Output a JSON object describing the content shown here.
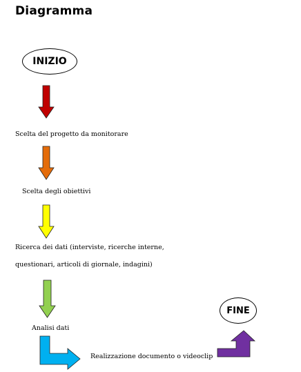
{
  "title": "Diagramma",
  "start_label": "INIZIO",
  "end_label": "FINE",
  "steps": [
    "Scelta del progetto da monitorare",
    "Scelta degli obiettivi",
    "Ricerca  dei dati (interviste, ricerche interne,",
    "questionari, articoli di giornale, indagini)",
    "Analisi dati",
    "Realizzazione documento o videoclip"
  ],
  "colors": {
    "arrow_1": "#c00000",
    "arrow_2": "#e46c0a",
    "arrow_3": "#ffff00",
    "arrow_4": "#92d050",
    "arrow_5": "#00b0f0",
    "arrow_6": "#7030a0"
  }
}
